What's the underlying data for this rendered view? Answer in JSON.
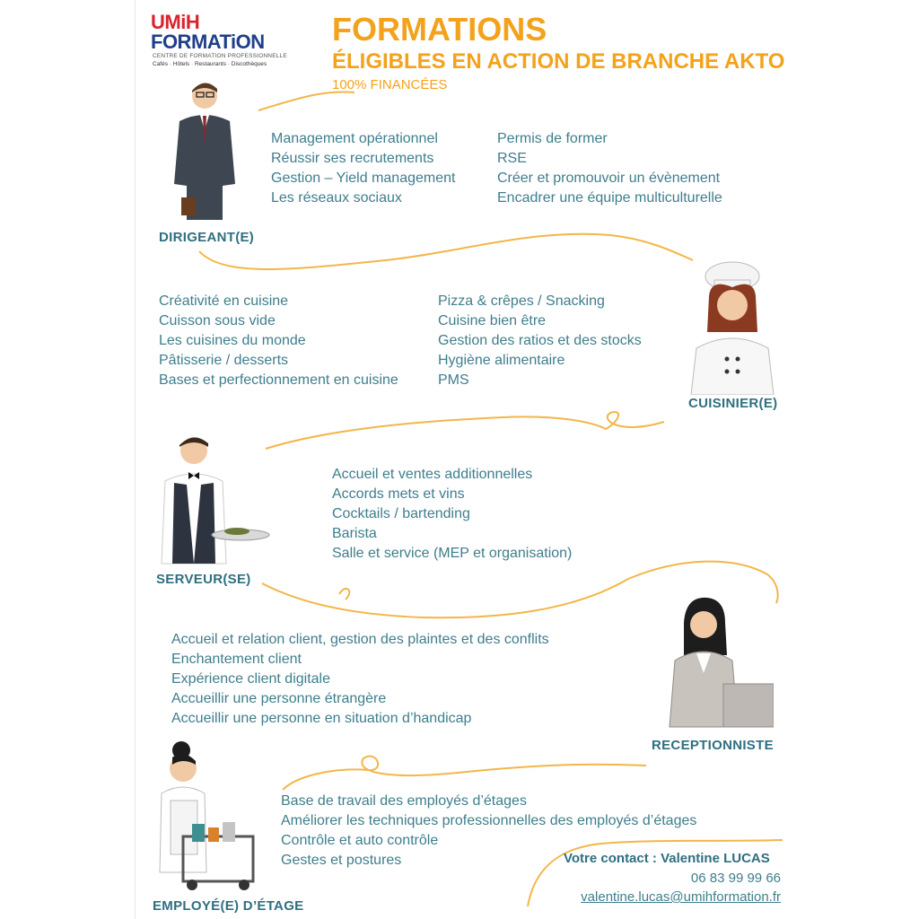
{
  "logo": {
    "brand_top": "UMiH",
    "brand_bottom": "FORMATiON",
    "tagline": "CENTRE DE FORMATION PROFESSIONNELLE",
    "sectors": "Cafés · Hôtels · Restaurants · Discothèques"
  },
  "header": {
    "title": "FORMATIONS",
    "subtitle": "ÉLIGIBLES EN ACTION DE BRANCHE AKTO",
    "note": "100% FINANCÉES"
  },
  "sections": {
    "dirigeant": {
      "role": "DIRIGEANT(E)",
      "col1": [
        "Management opérationnel",
        "Réussir ses recrutements",
        "Gestion – Yield management",
        "Les réseaux sociaux"
      ],
      "col2": [
        "Permis de former",
        "RSE",
        "Créer et promouvoir un évènement",
        "Encadrer une équipe multiculturelle"
      ]
    },
    "cuisinier": {
      "role": "CUISINIER(E)",
      "col1": [
        "Créativité en cuisine",
        "Cuisson sous vide",
        "Les cuisines du monde",
        "Pâtisserie / desserts",
        "Bases et perfectionnement en cuisine"
      ],
      "col2": [
        "Pizza & crêpes / Snacking",
        "Cuisine bien être",
        "Gestion des ratios et des stocks",
        "Hygiène alimentaire",
        "PMS"
      ]
    },
    "serveur": {
      "role": "SERVEUR(SE)",
      "col1": [
        "Accueil et ventes additionnelles",
        "Accords mets et vins",
        "Cocktails / bartending",
        "Barista",
        "Salle et service (MEP et organisation)"
      ]
    },
    "receptionniste": {
      "role": "RECEPTIONNISTE",
      "col1": [
        "Accueil et relation client, gestion des plaintes et des conflits",
        "Enchantement client",
        "Expérience client digitale",
        "Accueillir une personne étrangère",
        "Accueillir une personne en situation d’handicap"
      ]
    },
    "etage": {
      "role": "EMPLOYÉ(E) D’ÉTAGE",
      "col1": [
        "Base de travail des employés d’étages",
        "Améliorer les techniques professionnelles des employés d’étages",
        "Contrôle et auto contrôle",
        "Gestes et postures"
      ]
    }
  },
  "contact": {
    "label": "Votre contact : Valentine LUCAS",
    "phone": "06 83 99 99 66",
    "email": "valentine.lucas@umihformation.fr"
  },
  "colors": {
    "accent": "#f3a21c",
    "text": "#3f7e8c",
    "role": "#2f6f80",
    "brand_red": "#d9232d",
    "brand_blue": "#1f3f8a"
  }
}
